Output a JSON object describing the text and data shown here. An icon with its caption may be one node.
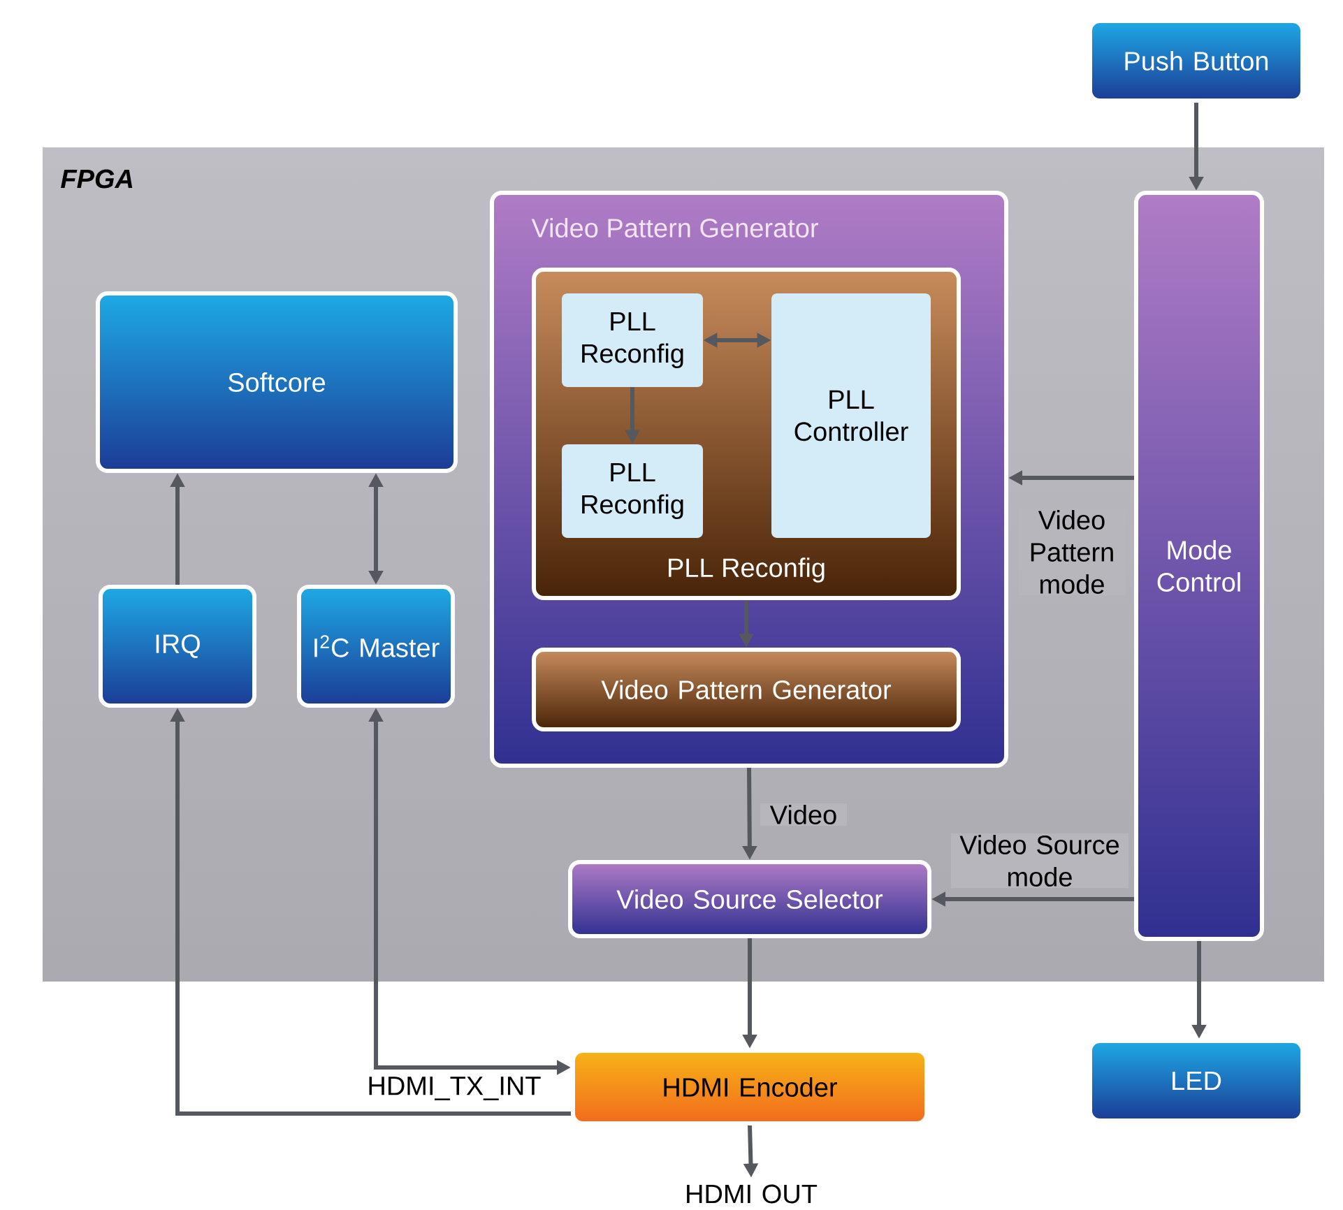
{
  "diagram": {
    "nodes": [
      {
        "text": [
          "Push Button"
        ]
      },
      {
        "text": [
          "FPGA"
        ]
      },
      {
        "text": [
          "Softcore"
        ],
        "in": 1
      },
      {
        "text": [
          "Video Pattern Generator"
        ],
        "in": 1
      },
      {
        "text": [
          "PLL Reconfig"
        ],
        "in": 3
      },
      {
        "text": [
          "PLL Reconfig"
        ],
        "in": 4
      },
      {
        "text": [
          "PLL Controller"
        ],
        "in": 4
      },
      {
        "text": [
          "PLL Reconfig"
        ],
        "in": 4
      },
      {
        "text": [
          "Video Pattern Generator"
        ],
        "in": 3
      },
      {
        "text": [
          "Mode Control"
        ],
        "in": 1
      },
      {
        "text": [
          "IRQ"
        ],
        "in": 1
      },
      {
        "text": [
          "I$^{2}$C Master"
        ],
        "in": 1
      },
      {
        "text": [
          "Video Source Selector"
        ],
        "in": 1
      },
      {
        "text": [
          "HDMI Encoder"
        ]
      },
      {
        "text": [
          "LED"
        ]
      },
      {
        "text": [
          "HDMI OUT"
        ]
      }
    ],
    "edges": [
      {
        "from": 0,
        "to": 9,
        "arrow": "to"
      },
      {
        "from": 9,
        "to": 3,
        "arrow": "to",
        "label": "Video Pattern mode"
      },
      {
        "from": 5,
        "to": 6,
        "arrow": "both"
      },
      {
        "from": 5,
        "to": 7,
        "arrow": "to"
      },
      {
        "from": 4,
        "to": 8,
        "arrow": "to"
      },
      {
        "from": 3,
        "to": 12,
        "arrow": "to",
        "label": "Video"
      },
      {
        "from": 9,
        "to": 12,
        "arrow": "to",
        "label": "Video Source mode"
      },
      {
        "from": 12,
        "to": 13,
        "arrow": "to"
      },
      {
        "from": 10,
        "to": 2,
        "arrow": "to"
      },
      {
        "from": 11,
        "to": 2,
        "arrow": "both"
      },
      {
        "from": 13,
        "to": 10,
        "arrow": "to",
        "label": "HDMI_TX_INT"
      },
      {
        "from": 11,
        "to": 13,
        "arrow": "both"
      },
      {
        "from": 9,
        "to": 14,
        "arrow": "to"
      },
      {
        "from": 13,
        "to": 15,
        "arrow": "to"
      }
    ]
  }
}
